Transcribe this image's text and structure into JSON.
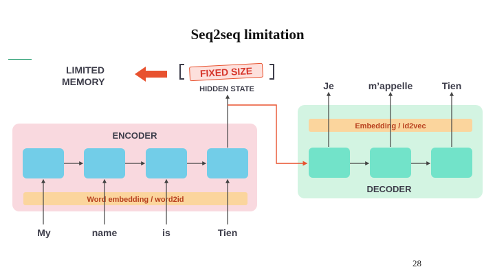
{
  "slide": {
    "title": "Seq2seq limitation",
    "page_number": "28"
  },
  "diagram": {
    "limited_memory": [
      "LIMITED",
      "MEMORY"
    ],
    "fixed_size": "FIXED SIZE",
    "hidden_state": "HIDDEN STATE",
    "encoder": {
      "title": "ENCODER",
      "embedding": "Word embedding / word2id",
      "inputs": [
        "My",
        "name",
        "is",
        "Tien"
      ]
    },
    "decoder": {
      "title": "DECODER",
      "embedding": "Embedding / id2vec",
      "outputs": [
        "Je",
        "m’appelle",
        "Tien"
      ]
    },
    "colors": {
      "encoder_bg": "#f9d9df",
      "decoder_bg": "#d3f4e2",
      "encoder_cell": "#72cde8",
      "decoder_cell": "#72e3c9",
      "embedding_bar": "#fbd59d",
      "accent_red": "#e8522f"
    }
  }
}
